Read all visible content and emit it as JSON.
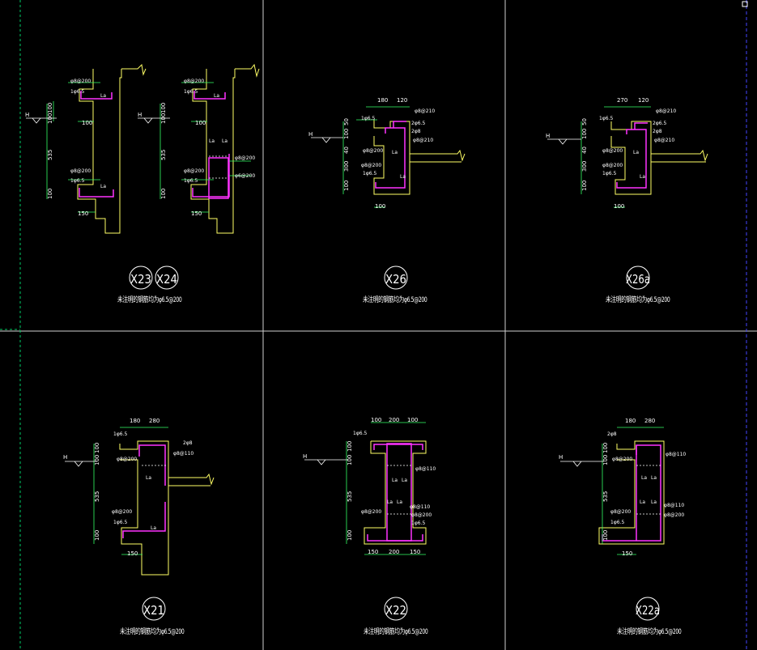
{
  "colors": {
    "background": "#000000",
    "frame": "#d8d8d8",
    "wall": "#ffff66",
    "rebar": "#ff33ff",
    "dimension": "#33ff66",
    "text": "#ffffff",
    "hatch": "#ffff66",
    "edge_guide": "#3333ff"
  },
  "details": [
    {
      "tags": [
        "X23",
        "X24"
      ],
      "note": "未注明的钢筋均为φ6.5@200",
      "dims": {
        "h": "H",
        "d1": "100",
        "d2": "100",
        "d3": "535",
        "d4": "100",
        "w1": "100",
        "w2": "150",
        "rebar1": "φ8@200",
        "rebar2": "1φ6.5",
        "rebar3": "φ8@200",
        "rebar4": "1φ6.5",
        "la": "La"
      }
    },
    {
      "tags": [
        "X24"
      ],
      "note": "",
      "dims": {
        "rebar1": "φ8@200",
        "rebar2": "1φ6.5",
        "rebar3": "φ8@200",
        "rebar4": "1φ6.5",
        "rebar5": "φ8@200",
        "rebar6": "φ6@200",
        "la": "La"
      }
    },
    {
      "tags": [
        "X26"
      ],
      "note": "未注明的钢筋均为φ6.5@200",
      "dims": {
        "h": "H",
        "t1": "180",
        "t2": "120",
        "w": "100",
        "v1": "50",
        "v2": "100",
        "v3": "40",
        "v4": "300",
        "v5": "100",
        "rebar1": "φ8@200",
        "rebar2": "2φ6.5",
        "rebar3": "1φ6.5",
        "rebar4": "φ8@200",
        "la": "La"
      }
    },
    {
      "tags": [
        "X26a"
      ],
      "note": "未注明的钢筋均为φ6.5@200",
      "dims": {
        "h": "H",
        "t1": "270",
        "t2": "120",
        "w": "100",
        "rebar1": "φ8@200",
        "rebar2": "2φ6.5",
        "rebar3": "1φ6.5",
        "la": "La"
      }
    },
    {
      "tags": [
        "X21"
      ],
      "note": "未注明的钢筋均为φ6.5@200",
      "dims": {
        "h": "H",
        "t1": "180",
        "t2": "280",
        "v3": "535",
        "w": "150",
        "rebar1": "1φ6.5",
        "rebar2": "2φ8",
        "rebar3": "φ8@110",
        "rebar4": "φ8@200",
        "la": "La"
      }
    },
    {
      "tags": [
        "X22"
      ],
      "note": "未注明的钢筋均为φ6.5@200",
      "dims": {
        "h": "H",
        "t1": "100",
        "t2": "200",
        "t3": "100",
        "b1": "150",
        "b2": "200",
        "b3": "150",
        "v3": "535",
        "rebar1": "1φ6.5",
        "rebar2": "φ8@110",
        "rebar3": "φ8@200",
        "la": "La"
      }
    },
    {
      "tags": [
        "X22a"
      ],
      "note": "未注明的钢筋均为φ6.5@200",
      "dims": {
        "h": "H",
        "t1": "180",
        "t2": "280",
        "v3": "535",
        "w": "150",
        "rebar1": "2φ8",
        "rebar2": "φ8@110",
        "rebar3": "φ8@200",
        "rebar4": "1φ6.5",
        "la": "La"
      }
    }
  ]
}
